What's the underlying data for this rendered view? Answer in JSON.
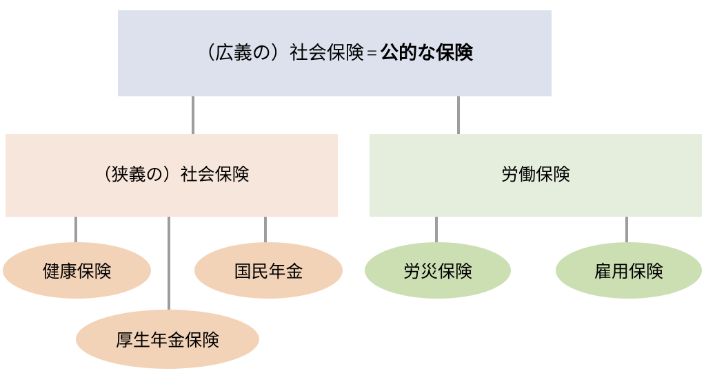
{
  "diagram": {
    "title": "（広義の）社会保険 = 公的な保険",
    "root": {
      "text_plain": "（広義の）社会保険",
      "equals": "=",
      "text_bold": "公的な保険",
      "color": "#dce1ed"
    },
    "branches": [
      {
        "id": "shakai-hoken-narrow",
        "label": "（狭義の）社会保険",
        "color": "#f7e6db",
        "leaf_color": "#f3d3b8",
        "leaves": [
          {
            "id": "kenko-hoken",
            "label": "健康保険"
          },
          {
            "id": "kokumin-nenkin",
            "label": "国民年金"
          },
          {
            "id": "kosei-nenkin-hoken",
            "label": "厚生年金保険"
          }
        ]
      },
      {
        "id": "rodo-hoken",
        "label": "労働保険",
        "color": "#e5eedc",
        "leaf_color": "#cbdfb3",
        "leaves": [
          {
            "id": "rosai-hoken",
            "label": "労災保険"
          },
          {
            "id": "koyo-hoken",
            "label": "雇用保険"
          }
        ]
      }
    ],
    "connector_color": "#9d9d9d",
    "background_color": "#ffffff"
  }
}
